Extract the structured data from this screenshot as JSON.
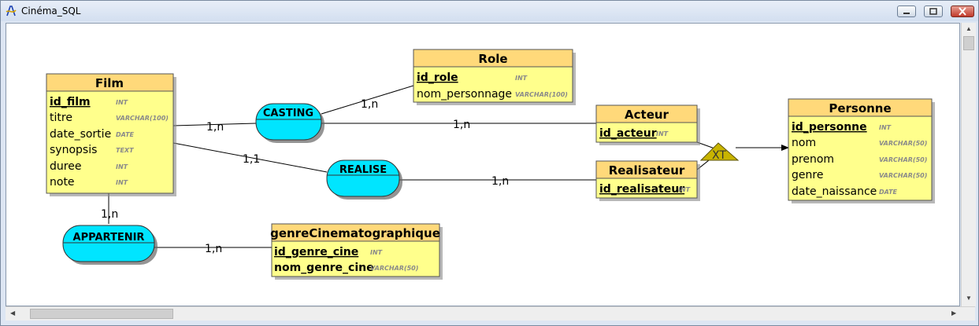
{
  "window": {
    "title": "Cinéma_SQL"
  },
  "entities": [
    {
      "id": "film",
      "name": "Film",
      "attributes": [
        {
          "name": "id_film",
          "type": "INT",
          "key": true
        },
        {
          "name": "titre",
          "type": "VARCHAR(100)",
          "key": false
        },
        {
          "name": "date_sortie",
          "type": "DATE",
          "key": false
        },
        {
          "name": "synopsis",
          "type": "TEXT",
          "key": false
        },
        {
          "name": "duree",
          "type": "INT",
          "key": false
        },
        {
          "name": "note",
          "type": "INT",
          "key": false
        }
      ]
    },
    {
      "id": "role",
      "name": "Role",
      "attributes": [
        {
          "name": "id_role",
          "type": "INT",
          "key": true
        },
        {
          "name": "nom_personnage",
          "type": "VARCHAR(100)",
          "key": false
        }
      ]
    },
    {
      "id": "acteur",
      "name": "Acteur",
      "attributes": [
        {
          "name": "id_acteur",
          "type": "INT",
          "key": true
        }
      ]
    },
    {
      "id": "realisateur",
      "name": "Realisateur",
      "attributes": [
        {
          "name": "id_realisateur",
          "type": "INT",
          "key": true
        }
      ]
    },
    {
      "id": "personne",
      "name": "Personne",
      "attributes": [
        {
          "name": "id_personne",
          "type": "INT",
          "key": true
        },
        {
          "name": "nom",
          "type": "VARCHAR(50)",
          "key": false
        },
        {
          "name": "prenom",
          "type": "VARCHAR(50)",
          "key": false
        },
        {
          "name": "genre",
          "type": "VARCHAR(50)",
          "key": false
        },
        {
          "name": "date_naissance",
          "type": "DATE",
          "key": false
        }
      ]
    },
    {
      "id": "genre",
      "name": "genreCinematographique",
      "attributes": [
        {
          "name": "id_genre_cine",
          "type": "INT",
          "key": true
        },
        {
          "name": "nom_genre_cine",
          "type": "VARCHAR(50)",
          "key": true
        }
      ]
    }
  ],
  "associations": [
    {
      "id": "casting",
      "name": "CASTING"
    },
    {
      "id": "realise",
      "name": "REALISE"
    },
    {
      "id": "appartenir",
      "name": "APPARTENIR"
    }
  ],
  "cardinalities": [
    {
      "id": "film-casting",
      "text": "1,n"
    },
    {
      "id": "casting-role",
      "text": "1,n"
    },
    {
      "id": "casting-acteur",
      "text": "1,n"
    },
    {
      "id": "film-realise",
      "text": "1,1"
    },
    {
      "id": "realise-realisateur",
      "text": "1,n"
    },
    {
      "id": "film-appartenir",
      "text": "1,n"
    },
    {
      "id": "appartenir-genre",
      "text": "1,n"
    }
  ],
  "inheritance": {
    "label": "XT"
  },
  "colors": {
    "entity_header": "#ffd97a",
    "entity_body": "#ffff8c",
    "association": "#00e5ff",
    "triangle": "#c8b400"
  }
}
